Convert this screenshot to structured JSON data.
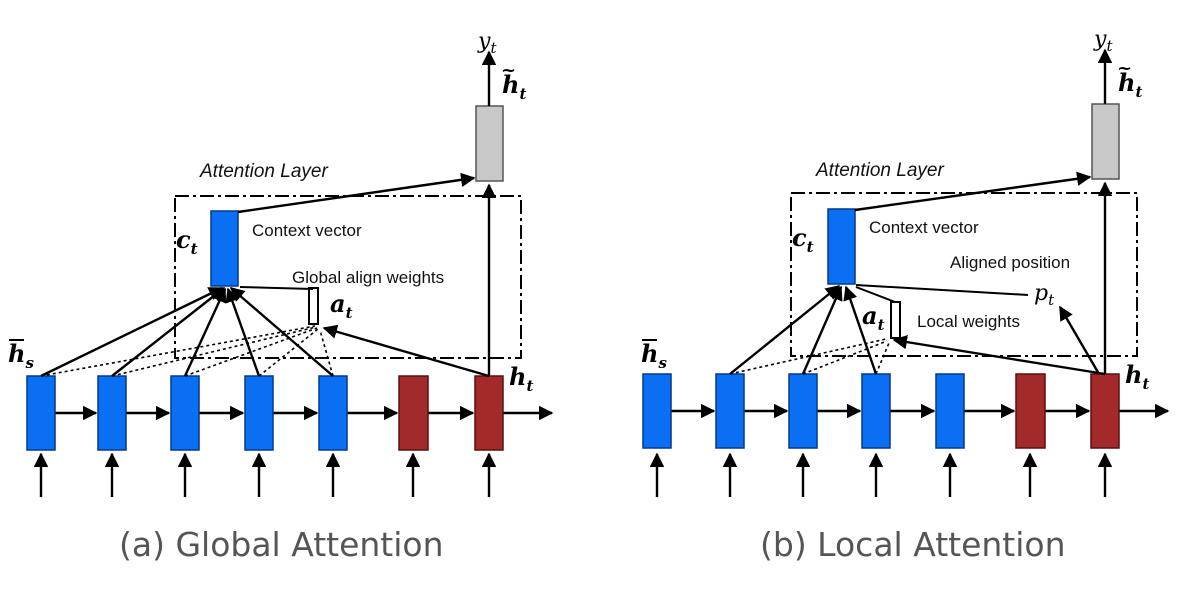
{
  "panels": [
    {
      "id": "global",
      "caption": "(a) Global Attention",
      "attention_layer": "Attention Layer",
      "context_vector": "Context vector",
      "weights_label": "Global align weights",
      "position_label": "",
      "y": "y",
      "y_sub": "t",
      "htilde": "h",
      "htilde_sub": "t",
      "c": "c",
      "c_sub": "t",
      "a": "a",
      "a_sub": "t",
      "hs": "h",
      "hs_sub": "s",
      "ht": "h",
      "ht_sub": "t",
      "p": "",
      "p_sub": ""
    },
    {
      "id": "local",
      "caption": "(b) Local Attention",
      "attention_layer": "Attention Layer",
      "context_vector": "Context vector",
      "weights_label": "Local weights",
      "position_label": "Aligned position",
      "y": "y",
      "y_sub": "t",
      "htilde": "h",
      "htilde_sub": "t",
      "c": "c",
      "c_sub": "t",
      "a": "a",
      "a_sub": "t",
      "hs": "h",
      "hs_sub": "s",
      "ht": "h",
      "ht_sub": "t",
      "p": "p",
      "p_sub": "t"
    }
  ],
  "colors": {
    "source_state": "#0a6ff2",
    "target_state": "#a32a2a",
    "output_state": "#c8c8c8",
    "line": "#000000"
  }
}
